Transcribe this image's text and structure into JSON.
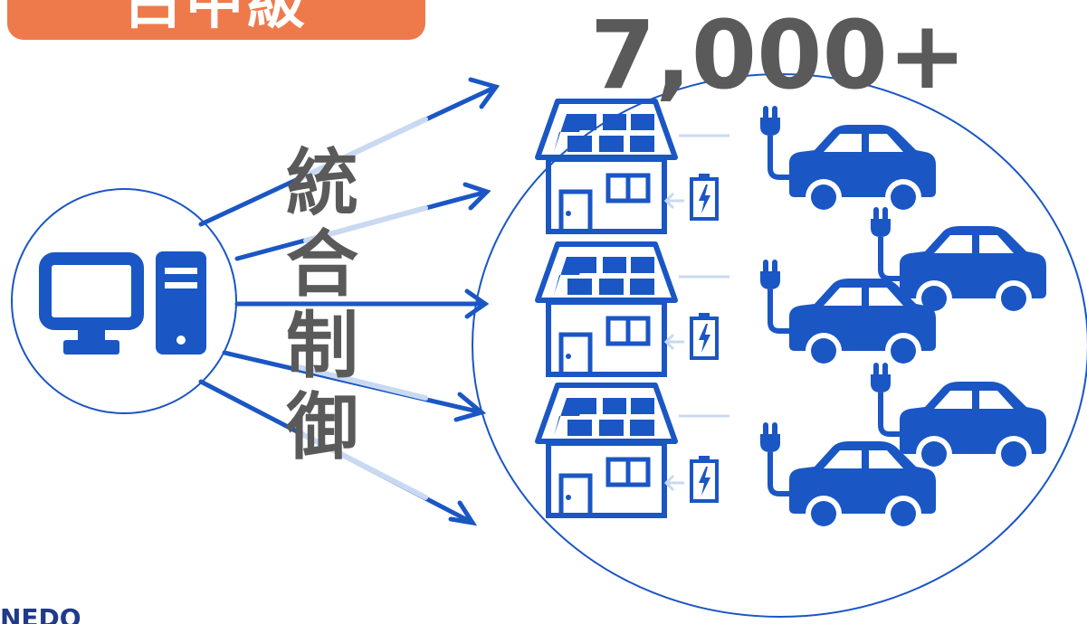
{
  "badge": {
    "text": "白中級",
    "color": "#ee7a4b"
  },
  "headline": {
    "count": "7,000+"
  },
  "control": {
    "chars": [
      "統",
      "合",
      "制",
      "御"
    ]
  },
  "logo": {
    "text": "NEDO"
  },
  "colors": {
    "accent": "#1a56c4",
    "text": "#5a5a5a",
    "faded": "#c9d9f1"
  },
  "icons": {
    "controller": "desktop-computer-icon",
    "house": "house-with-solar-panel-icon",
    "battery": "battery-icon",
    "car": "ev-car-with-plug-icon"
  }
}
